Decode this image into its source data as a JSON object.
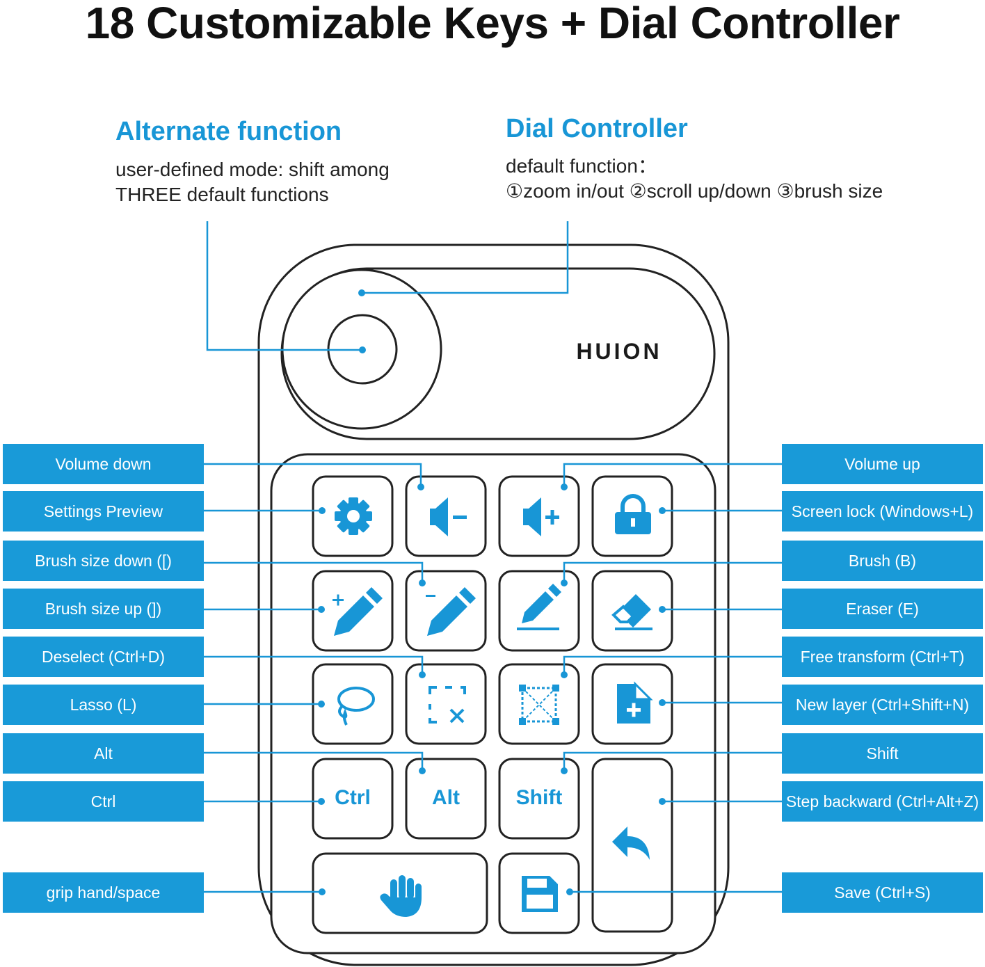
{
  "title": "18 Customizable Keys + Dial Controller",
  "alternate": {
    "heading": "Alternate function",
    "line1": "user-defined mode: shift among",
    "line2": "THREE default functions"
  },
  "dial": {
    "heading": "Dial Controller",
    "line1": "default function：",
    "line2": "①zoom in/out  ②scroll up/down  ③brush size"
  },
  "brand": "HUION",
  "keys": {
    "ctrl": "Ctrl",
    "alt": "Alt",
    "shift": "Shift"
  },
  "labels_left": [
    "Volume down",
    "Settings Preview",
    "Brush size down ([)",
    "Brush size up (])",
    "Deselect (Ctrl+D)",
    "Lasso (L)",
    "Alt",
    "Ctrl",
    "grip hand/space"
  ],
  "labels_right": [
    "Volume up",
    "Screen lock (Windows+L)",
    "Brush (B)",
    "Eraser (E)",
    "Free transform (Ctrl+T)",
    "New layer (Ctrl+Shift+N)",
    "Shift",
    "Step backward (Ctrl+Alt+Z)",
    "Save (Ctrl+S)"
  ],
  "icons": [
    "gear-icon",
    "volume-down-icon",
    "volume-up-icon",
    "lock-icon",
    "pencil-plus-icon",
    "pencil-minus-icon",
    "pen-icon",
    "eraser-icon",
    "lasso-icon",
    "deselect-icon",
    "free-transform-icon",
    "new-layer-icon",
    "undo-arrow-icon",
    "hand-icon",
    "save-icon"
  ],
  "colors": {
    "accent": "#1896d6",
    "label_bg": "#199ad8",
    "outline": "#222222"
  }
}
